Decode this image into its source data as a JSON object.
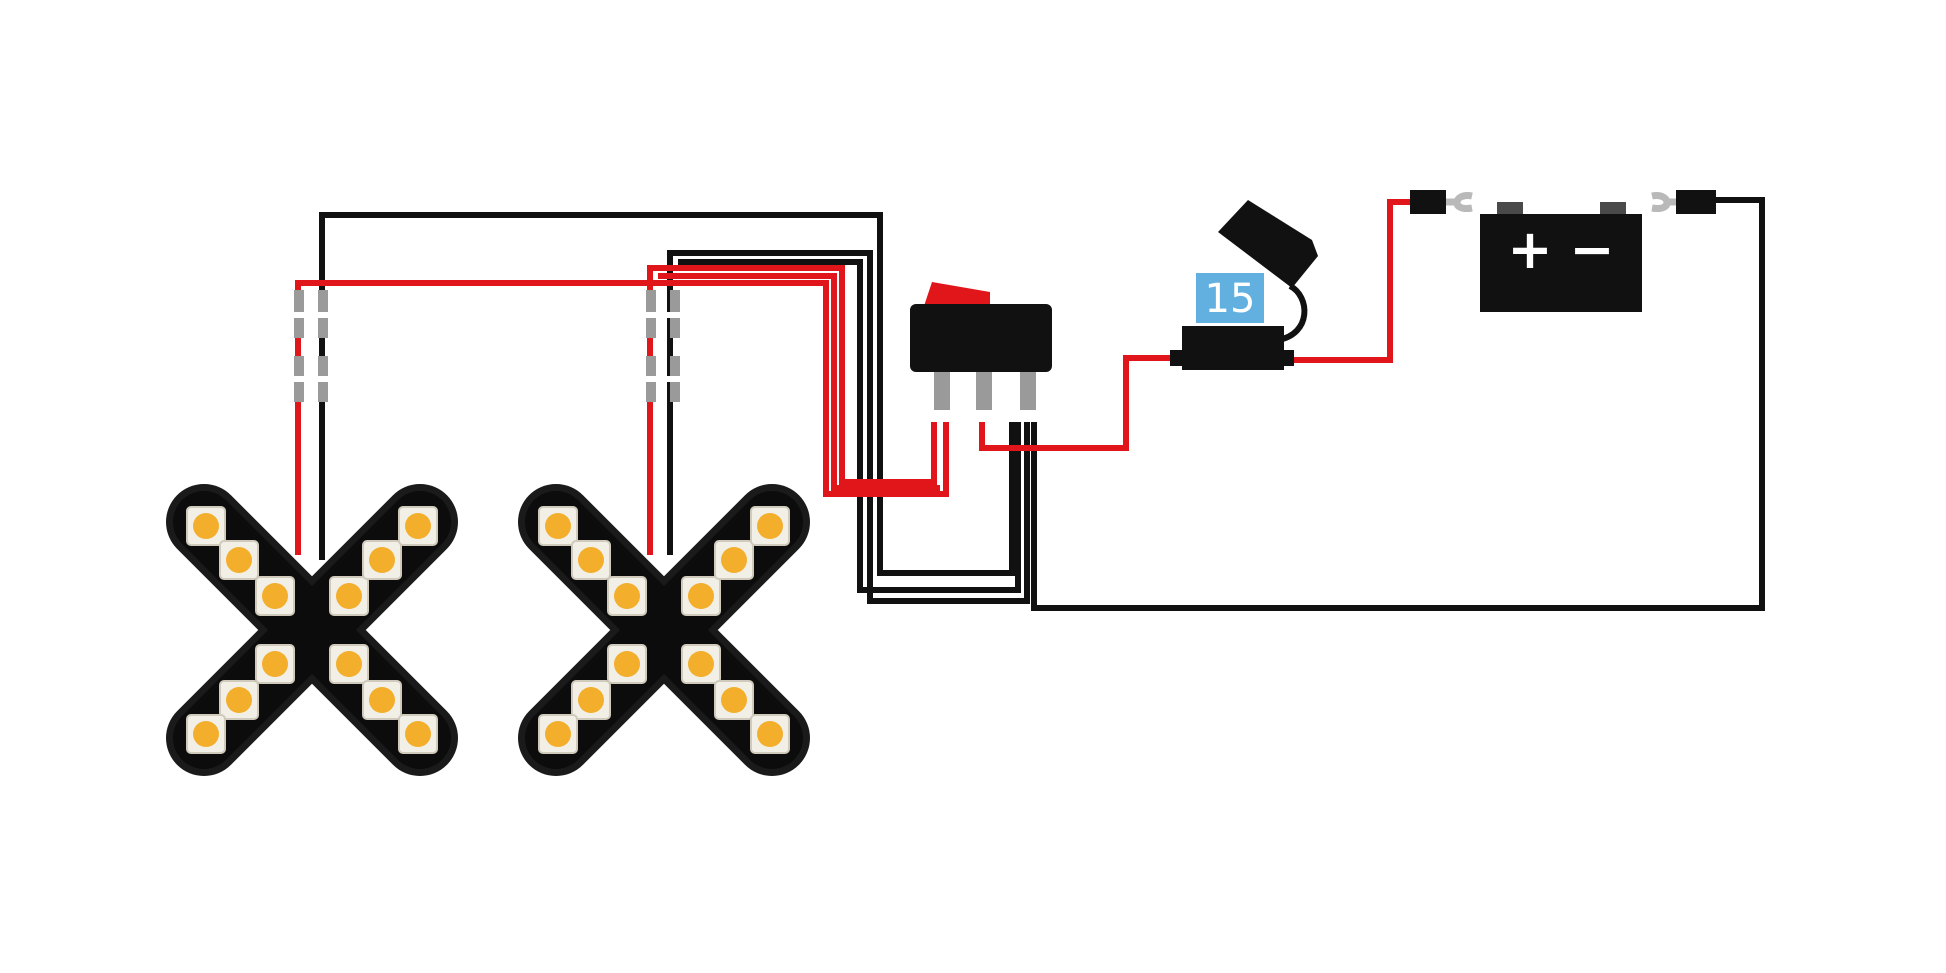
{
  "diagram": {
    "fuse": {
      "rating": "15"
    },
    "battery": {
      "positive_label": "+",
      "negative_label": "−"
    },
    "colors": {
      "hot_wire": "#e0161b",
      "ground_wire": "#111111",
      "connector": "#9a9a9a",
      "fuse_blade": "#62b0e0",
      "switch_rocker": "#e0161b",
      "led_chip": "#f3ae2b",
      "led_body": "#1a1a1a",
      "background": "#ffffff"
    },
    "components": [
      {
        "name": "cross-led-light",
        "count": 2
      },
      {
        "name": "rocker-switch"
      },
      {
        "name": "inline-fuse-holder"
      },
      {
        "name": "battery"
      }
    ]
  }
}
